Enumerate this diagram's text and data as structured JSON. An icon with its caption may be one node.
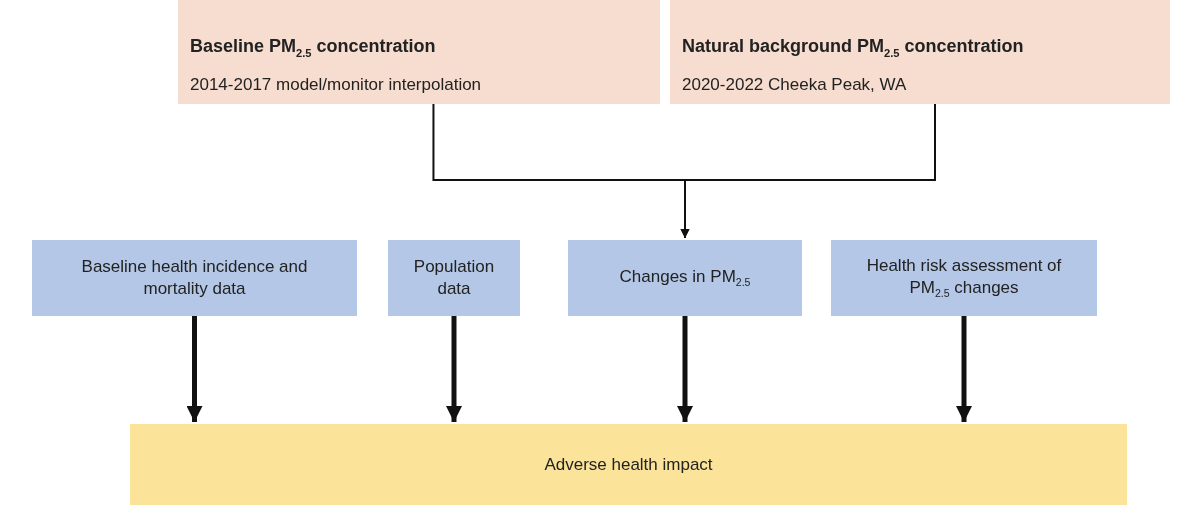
{
  "diagram": {
    "nodes": [
      {
        "text": [
          "Baseline PM$_{2.5}$ concentration",
          "2014-2017 model/monitor  interpolation"
        ]
      },
      {
        "text": [
          "Natural background PM$_{2.5}$ concentration",
          "2020-2022 Cheeka Peak, WA"
        ]
      },
      {
        "text": [
          "Baseline health incidence and mortality data"
        ]
      },
      {
        "text": [
          "Population data"
        ]
      },
      {
        "text": [
          "Changes in PM$_{2.5}$"
        ]
      },
      {
        "text": [
          "Health risk assessment of PM$_{2.5}$ changes"
        ]
      },
      {
        "text": [
          "Adverse health impact"
        ]
      }
    ],
    "edges": [
      {
        "from": 0,
        "to": 4,
        "arrow": "to"
      },
      {
        "from": 1,
        "to": 4,
        "arrow": "to"
      },
      {
        "from": 2,
        "to": 6,
        "arrow": "to"
      },
      {
        "from": 3,
        "to": 6,
        "arrow": "to"
      },
      {
        "from": 4,
        "to": 6,
        "arrow": "to"
      },
      {
        "from": 5,
        "to": 6,
        "arrow": "to"
      }
    ]
  }
}
